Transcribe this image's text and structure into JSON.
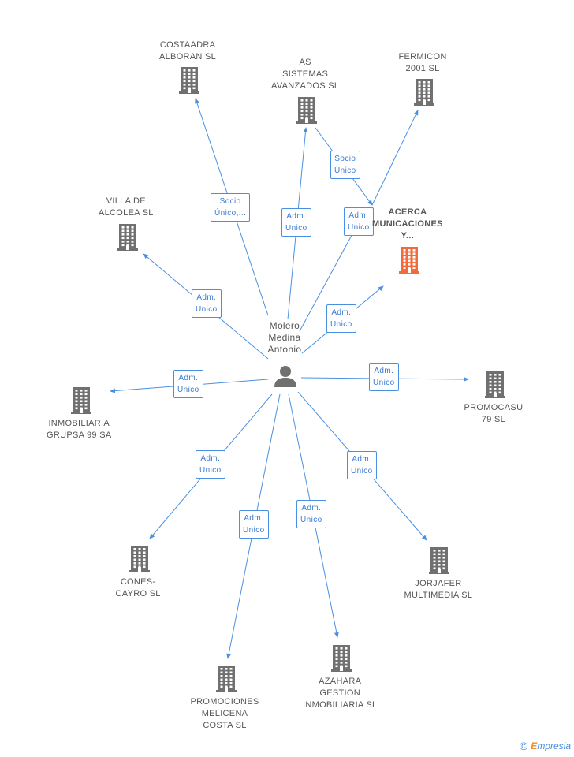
{
  "center": {
    "name_lines": [
      "Molero",
      "Medina",
      "Antonio"
    ]
  },
  "nodes": [
    {
      "id": "costaadra",
      "lines": [
        "COSTAADRA",
        "ALBORAN SL"
      ]
    },
    {
      "id": "as-sistemas",
      "lines": [
        "AS",
        "SISTEMAS",
        "AVANZADOS SL"
      ]
    },
    {
      "id": "fermicon",
      "lines": [
        "FERMICON",
        "2001 SL"
      ]
    },
    {
      "id": "villa",
      "lines": [
        "VILLA DE",
        "ALCOLEA SL"
      ]
    },
    {
      "id": "acerca",
      "lines": [
        "ACERCA",
        "MUNICACIONES",
        "Y..."
      ],
      "focus": true
    },
    {
      "id": "inmobiliaria-grupsa",
      "lines": [
        "INMOBILIARIA",
        "GRUPSA 99 SA"
      ]
    },
    {
      "id": "promocasu",
      "lines": [
        "PROMOCASU",
        "79 SL"
      ]
    },
    {
      "id": "cones-cayro",
      "lines": [
        "CONES-",
        "CAYRO SL"
      ]
    },
    {
      "id": "jorjafer",
      "lines": [
        "JORJAFER",
        "MULTIMEDIA SL"
      ]
    },
    {
      "id": "promociones-melicena",
      "lines": [
        "PROMOCIONES",
        "MELICENA",
        "COSTA SL"
      ]
    },
    {
      "id": "azahara",
      "lines": [
        "AZAHARA",
        "GESTION",
        "INMOBILIARIA SL"
      ]
    }
  ],
  "edges": [
    {
      "id": "e-costaadra",
      "lines": [
        "Socio",
        "Único,..."
      ]
    },
    {
      "id": "e-as",
      "lines": [
        "Adm.",
        "Unico"
      ]
    },
    {
      "id": "e-as-fermicon",
      "lines": [
        "Socio",
        "Único"
      ]
    },
    {
      "id": "e-acerca-a",
      "lines": [
        "Adm.",
        "Unico"
      ]
    },
    {
      "id": "e-villa",
      "lines": [
        "Adm.",
        "Unico"
      ]
    },
    {
      "id": "e-acerca-b",
      "lines": [
        "Adm.",
        "Unico"
      ]
    },
    {
      "id": "e-grupsa",
      "lines": [
        "Adm.",
        "Unico"
      ]
    },
    {
      "id": "e-promocasu",
      "lines": [
        "Adm.",
        "Unico"
      ]
    },
    {
      "id": "e-cones",
      "lines": [
        "Adm.",
        "Unico"
      ]
    },
    {
      "id": "e-jorjafer",
      "lines": [
        "Adm.",
        "Unico"
      ]
    },
    {
      "id": "e-melicena",
      "lines": [
        "Adm.",
        "Unico"
      ]
    },
    {
      "id": "e-azahara",
      "lines": [
        "Adm.",
        "Unico"
      ]
    }
  ],
  "footer": {
    "copyright": "©",
    "brand_initial": "E",
    "brand_rest": "mpresia"
  },
  "colors": {
    "edge": "#4a90e2",
    "building": "#707070",
    "focus_building": "#f26a3b",
    "person": "#707070"
  }
}
